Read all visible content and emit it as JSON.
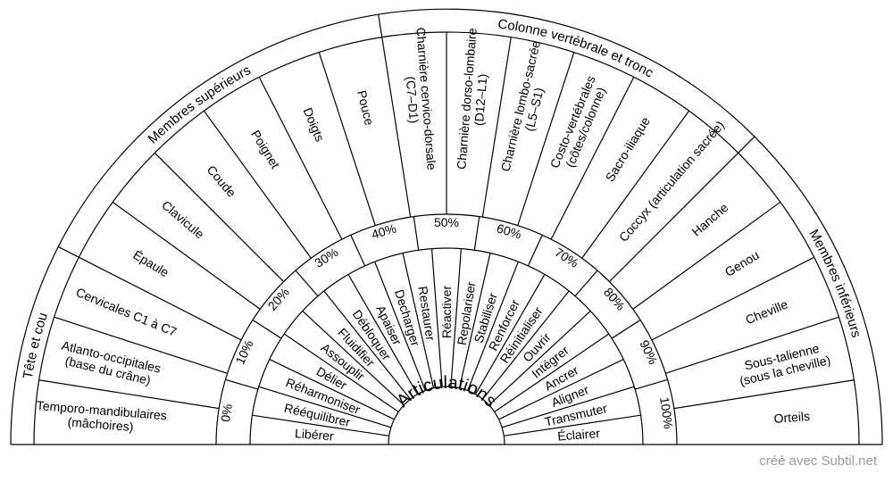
{
  "title": "Articulations",
  "credit": "créé avec Subtil.net",
  "colors": {
    "line": "#000000",
    "background": "#ffffff",
    "credit": "#9a9a9a"
  },
  "chart_data": {
    "type": "radial-pendulum-chart",
    "center_label": "Articulations",
    "categories": [
      {
        "label": "Tête et cou",
        "items": [
          [
            "Temporo-mandibulaires",
            "(mâchoires)"
          ],
          [
            "Atlanto-occipitales",
            "(base du crâne)"
          ],
          [
            "Cervicales C1 à C7"
          ]
        ]
      },
      {
        "label": "Membres supérieurs",
        "items": [
          [
            "Épaule"
          ],
          [
            "Clavicule"
          ],
          [
            "Coude"
          ],
          [
            "Poignet"
          ],
          [
            "Doigts"
          ],
          [
            "Pouce"
          ]
        ]
      },
      {
        "label": "Colonne vertébrale et tronc",
        "items": [
          [
            "Charnière cervico-dorsale",
            "(C7–D1)"
          ],
          [
            "Charnière dorso-lombaire",
            "(D12–L1)"
          ],
          [
            "Charnière lombo-sacrée",
            "(L5–S1)"
          ],
          [
            "Costo-vertébrales",
            "(côtes/colonne)"
          ],
          [
            "Sacro-iliaque"
          ],
          [
            "Coccyx (articulation sacrée)"
          ]
        ]
      },
      {
        "label": "Membres inférieurs",
        "items": [
          [
            "Hanche"
          ],
          [
            "Genou"
          ],
          [
            "Cheville"
          ],
          [
            "Sous-talienne",
            "(sous la cheville)"
          ],
          [
            "Orteils"
          ]
        ]
      }
    ],
    "actions": [
      "Libérer",
      "Rééquilibrer",
      "Réharmoniser",
      "Délier",
      "Assouplir",
      "Fluidifier",
      "Débloquer",
      "Apaiser",
      "Decharger",
      "Restaurer",
      "Réactiver",
      "Repolariser",
      "Stabiliser",
      "Renforcer",
      "Réinitialiser",
      "Ouvrir",
      "Intégrer",
      "Ancrer",
      "Aligner",
      "Transmuter",
      "Éclairer"
    ],
    "percentages": [
      "0%",
      "10%",
      "20%",
      "30%",
      "40%",
      "50%",
      "60%",
      "70%",
      "80%",
      "90%",
      "100%"
    ]
  }
}
